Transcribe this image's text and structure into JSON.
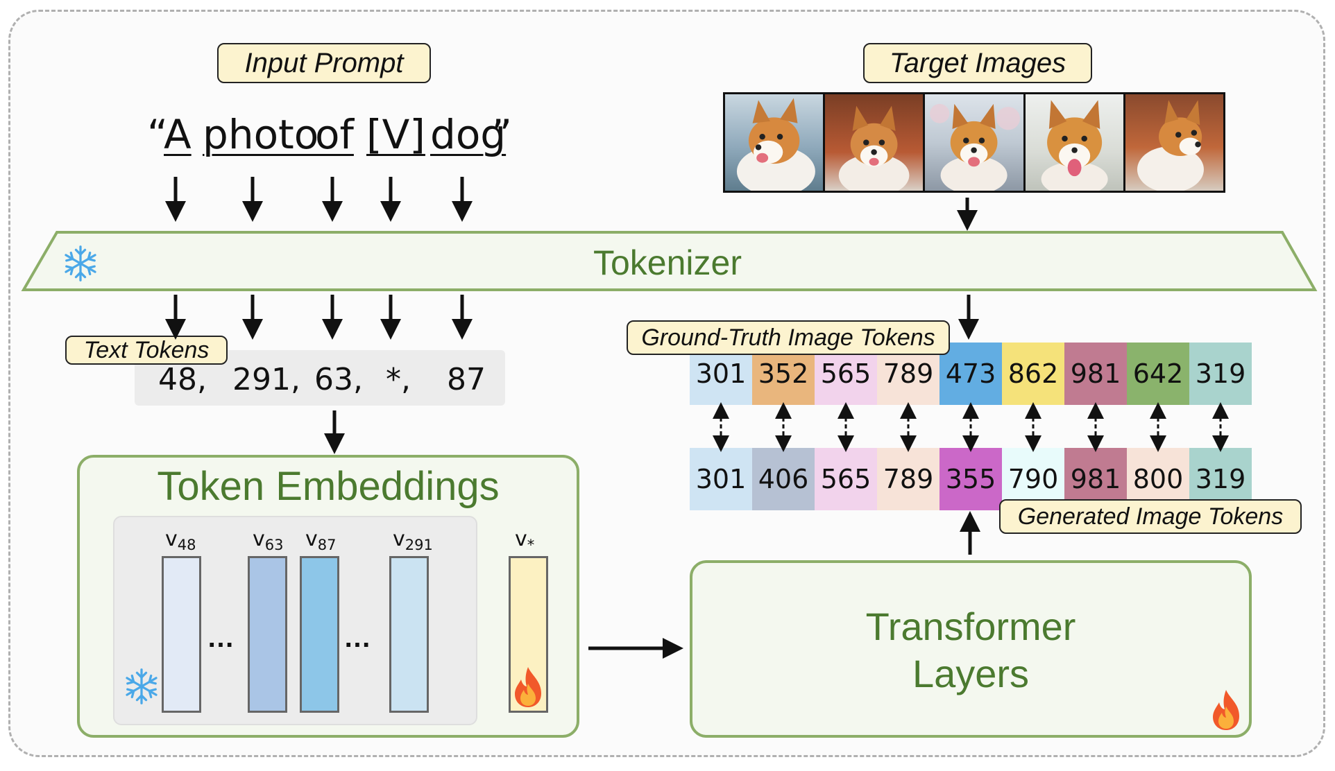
{
  "labels": {
    "input_prompt": "Input Prompt",
    "target_images": "Target Images",
    "text_tokens": "Text Tokens",
    "gt_tokens": "Ground-Truth Image Tokens",
    "gen_tokens": "Generated Image Tokens"
  },
  "prompt": {
    "open_quote": "“",
    "close_quote": "”",
    "words": [
      "A",
      "photo",
      "of",
      "[V]",
      "dog"
    ]
  },
  "tokenizer": {
    "title": "Tokenizer"
  },
  "text_tokens": [
    "48,",
    "291,",
    "63,",
    "*,",
    "87"
  ],
  "embeddings": {
    "title": "Token Embeddings",
    "vectors": [
      {
        "name": "v",
        "sub": "48",
        "color": "#e2eaf6"
      },
      {
        "name": "v",
        "sub": "63",
        "color": "#aac5e6"
      },
      {
        "name": "v",
        "sub": "87",
        "color": "#8dc6e8"
      },
      {
        "name": "v",
        "sub": "291",
        "color": "#cbe3f2"
      },
      {
        "name": "v",
        "sub": "*",
        "color": "#fcf1c2"
      }
    ],
    "ellipsis": "…"
  },
  "transformer": {
    "line1": "Transformer",
    "line2": "Layers"
  },
  "gt_tokens": [
    {
      "value": "301",
      "color": "#cfe4f3"
    },
    {
      "value": "352",
      "color": "#e9b67d"
    },
    {
      "value": "565",
      "color": "#f2d3ec"
    },
    {
      "value": "789",
      "color": "#f7e3d8"
    },
    {
      "value": "473",
      "color": "#62ade2"
    },
    {
      "value": "862",
      "color": "#f5e27a"
    },
    {
      "value": "981",
      "color": "#c07b91"
    },
    {
      "value": "642",
      "color": "#8ab36c"
    },
    {
      "value": "319",
      "color": "#a9d3cd"
    }
  ],
  "gen_tokens": [
    {
      "value": "301",
      "color": "#cfe4f3"
    },
    {
      "value": "406",
      "color": "#b6c1d3"
    },
    {
      "value": "565",
      "color": "#f2d3ec"
    },
    {
      "value": "789",
      "color": "#f7e3d8"
    },
    {
      "value": "355",
      "color": "#cb68c8"
    },
    {
      "value": "790",
      "color": "#e8fbfb"
    },
    {
      "value": "981",
      "color": "#c07b91"
    },
    {
      "value": "800",
      "color": "#f7e3d8"
    },
    {
      "value": "319",
      "color": "#a9d3cd"
    }
  ],
  "icons": {
    "frozen": "snowflake-icon",
    "trainable": "flame-icon"
  },
  "colors": {
    "accent_green": "#4b7a2f",
    "label_fill": "#fcf3cf"
  }
}
